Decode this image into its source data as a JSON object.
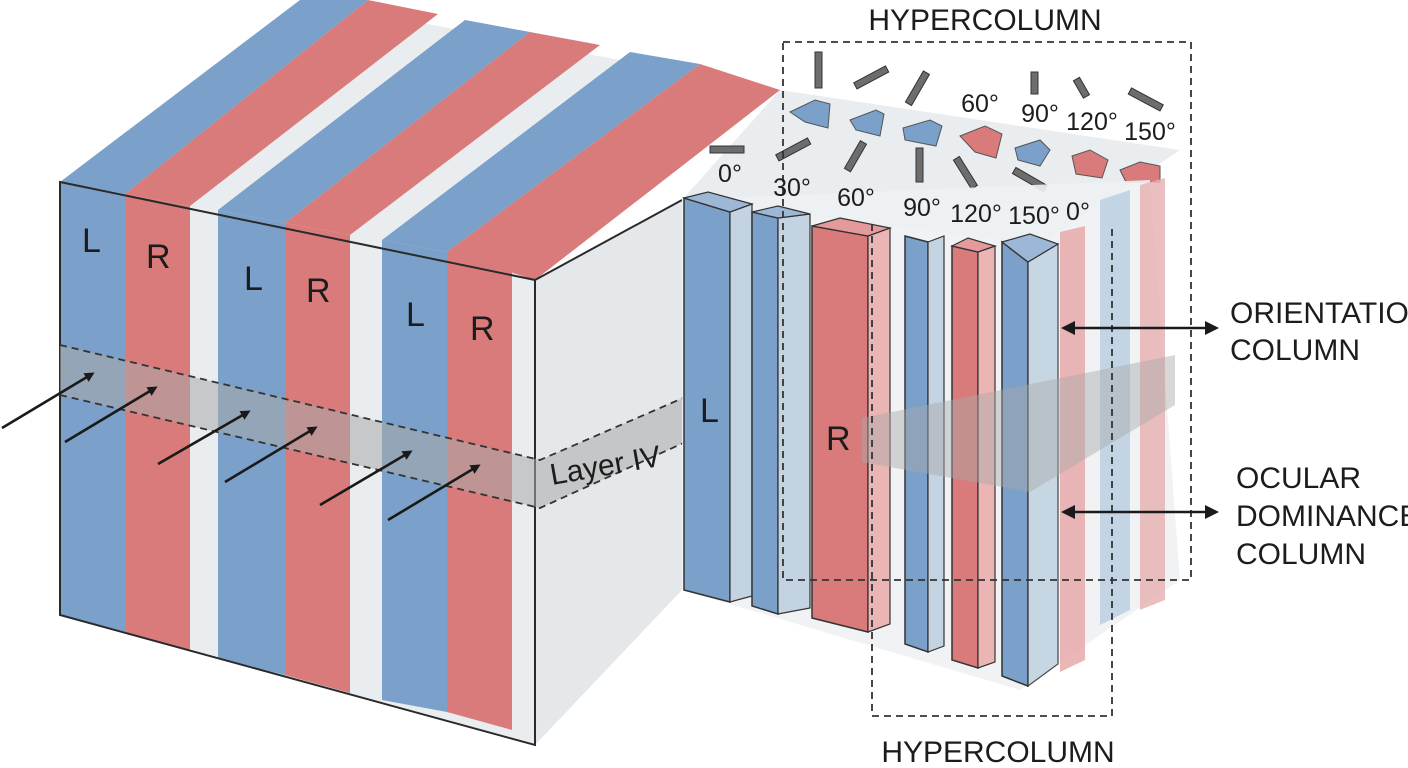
{
  "hypercolumn_top": "HYPERCOLUMN",
  "hypercolumn_bottom": "HYPERCOLUMN",
  "orientation_column": [
    "ORIENTATION",
    "COLUMN"
  ],
  "ocular_dominance_column": [
    "OCULAR",
    "DOMINANCE",
    "COLUMN"
  ],
  "layer_label": "Layer IV",
  "left_block_eyes": [
    "L",
    "R",
    "L",
    "R",
    "L",
    "R"
  ],
  "right_block_eyes": [
    "L",
    "R"
  ],
  "angles_back": [
    "60°",
    "90°",
    "120°",
    "150°"
  ],
  "angles_front": [
    "0°",
    "30°",
    "60°",
    "90°",
    "120°",
    "150°",
    "0°"
  ],
  "colors": {
    "left_eye_blue": "#7ba0c9",
    "right_eye_red": "#d97b7b",
    "gap": "#e9edf0",
    "side_face": "#e4e8eb",
    "layer_band": "#a9a9a9"
  }
}
